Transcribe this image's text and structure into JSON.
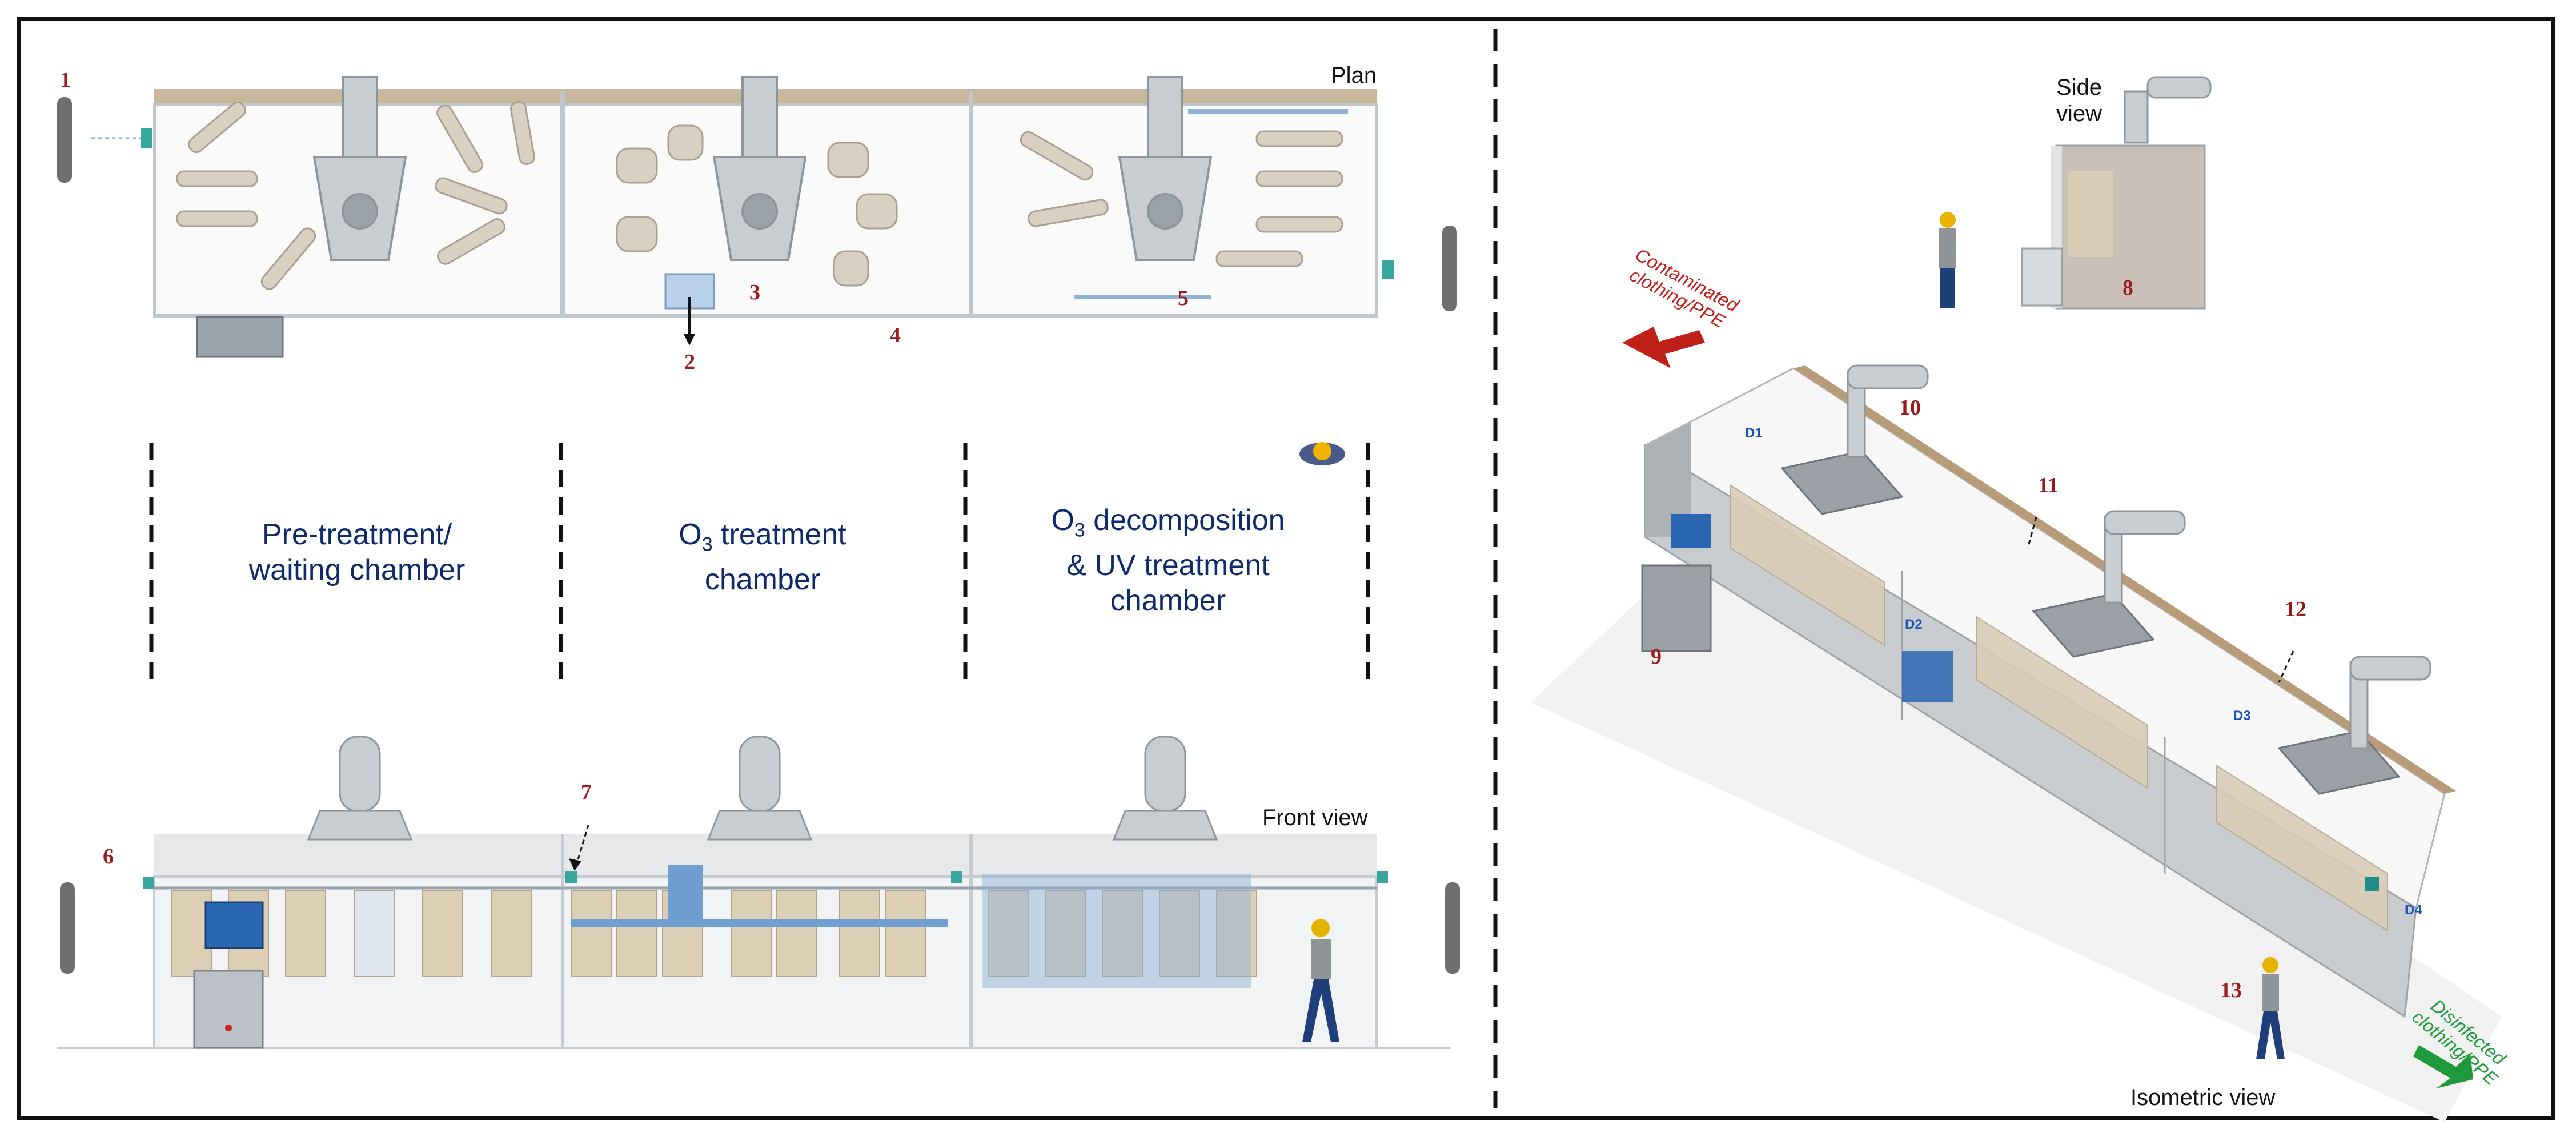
{
  "views": {
    "plan": "Plan",
    "front": "Front view",
    "side": "Side view",
    "isometric": "Isometric view"
  },
  "chambers": {
    "pretreatment": "Pre-treatment/\nwaiting chamber",
    "o3_treatment_prefix": "O",
    "o3_treatment_sub": "3",
    "o3_treatment_suffix": " treatment\nchamber",
    "decomp_prefix": "O",
    "decomp_sub": "3",
    "decomp_suffix": " decomposition\n& UV treatment\nchamber"
  },
  "arrows": {
    "in": "Contaminated\nclothing/PPE",
    "out": "Disinfected\nclothing/PPE"
  },
  "doors": [
    "D1",
    "D2",
    "D3",
    "D4"
  ],
  "numbers": [
    "1",
    "2",
    "3",
    "4",
    "5",
    "6",
    "7",
    "8",
    "9",
    "10",
    "11",
    "12",
    "13"
  ],
  "colors": {
    "label": "#0e2a6b",
    "number": "#9b1b1b",
    "in_arrow": "#c0201a",
    "out_arrow": "#1f9a3a"
  }
}
